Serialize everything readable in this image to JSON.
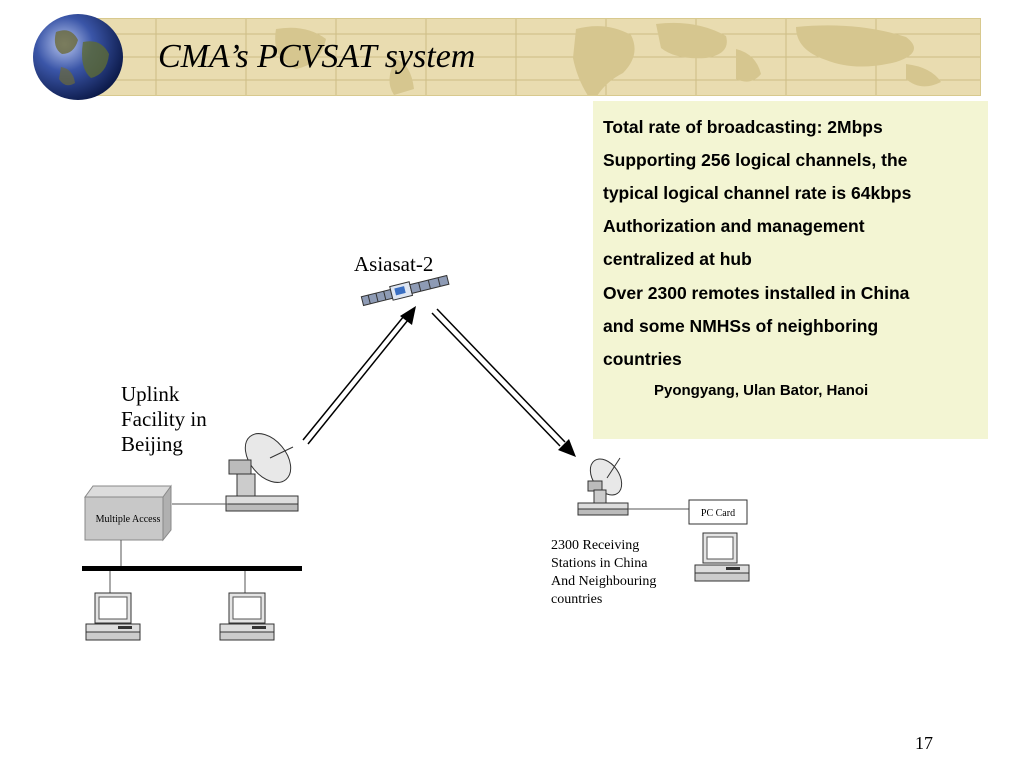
{
  "slide": {
    "title": "CMA’s PCVSAT system",
    "page_number": "17"
  },
  "info_box": {
    "lines": [
      "Total rate of broadcasting: 2Mbps",
      "Supporting 256 logical channels, the",
      "typical logical channel rate is 64kbps",
      "Authorization and management",
      "centralized at hub",
      "Over 2300 remotes installed in China",
      "and some NMHSs of neighboring",
      "countries"
    ],
    "sub_line": "Pyongyang, Ulan Bator, Hanoi"
  },
  "diagram": {
    "satellite_label": "Asiasat-2",
    "uplink_label": [
      "Uplink",
      "Facility in",
      "Beijing"
    ],
    "multiple_access_label": "Multiple Access",
    "pc_card_label": "PC Card",
    "receiving_label": [
      "2300 Receiving",
      "Stations in China",
      "And Neighbouring",
      "countries"
    ]
  },
  "colors": {
    "banner": "#e9dcb0",
    "info_box_bg": "#f3f5d3",
    "equipment_gray": "#c8c8c8"
  }
}
